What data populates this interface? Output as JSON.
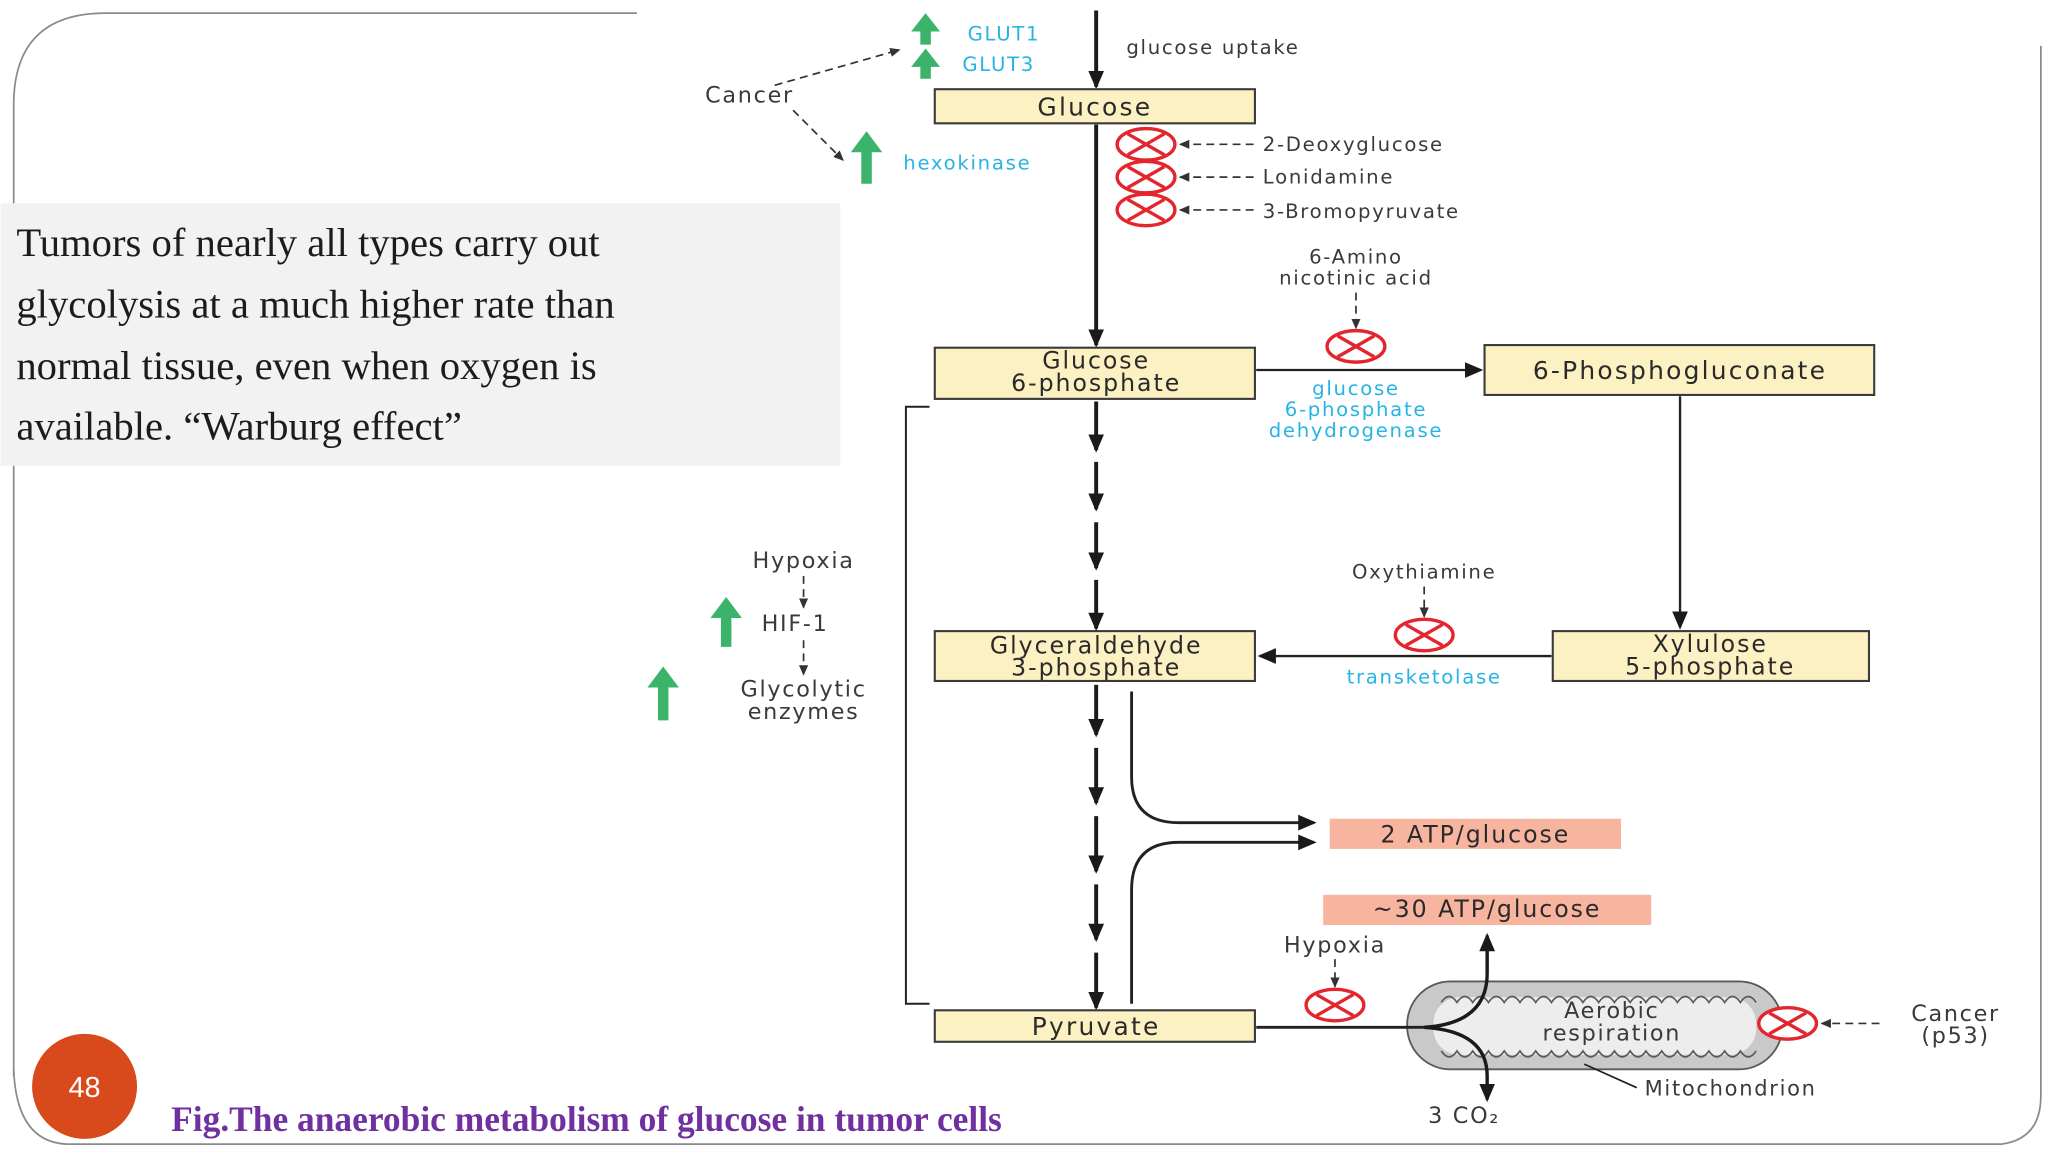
{
  "slide": {
    "text_box": {
      "lines": [
        "Tumors of nearly all types carry out",
        "glycolysis at a much higher rate than",
        "normal tissue, even when oxygen is",
        "available. “Warburg effect”"
      ]
    },
    "page_number": "48",
    "caption": "Fig.The anaerobic metabolism of glucose in tumor cells"
  },
  "diagram": {
    "uptake_label": "glucose uptake",
    "transporters": [
      "GLUT1",
      "GLUT3"
    ],
    "cancer_left": "Cancer",
    "hexokinase": "hexokinase",
    "metabolites": {
      "glucose": "Glucose",
      "glucose_6_phosphate": [
        "Glucose",
        "6-phosphate"
      ],
      "phosphogluconate": "6-Phosphogluconate",
      "xylulose_5_phosphate": [
        "Xylulose",
        "5-phosphate"
      ],
      "glyceraldehyde_3_phosphate": [
        "Glyceraldehyde",
        "3-phosphate"
      ],
      "pyruvate": "Pyruvate"
    },
    "hexokinase_inhibitors": [
      "2-Deoxyglucose",
      "Lonidamine",
      "3-Bromopyruvate"
    ],
    "g6pd_inhibitor": [
      "6-Amino",
      "nicotinic acid"
    ],
    "g6pd_enzyme": [
      "glucose",
      "6-phosphate",
      "dehydrogenase"
    ],
    "transketolase_inhibitor": "Oxythiamine",
    "transketolase": "transketolase",
    "hypoxia_pathway": {
      "stimulus": "Hypoxia",
      "factor": "HIF-1",
      "target": [
        "Glycolytic",
        "enzymes"
      ]
    },
    "glycolysis_yield": "2 ATP/glucose",
    "respiration_yield": "~30 ATP/glucose",
    "hypoxia_right": "Hypoxia",
    "mitochondrion": {
      "process": [
        "Aerobic",
        "respiration"
      ],
      "label": "Mitochondrion",
      "product": "3 CO₂"
    },
    "cancer_p53": [
      "Cancer",
      "(p53)"
    ]
  },
  "icons": {
    "upregulation": "green-up-arrow-icon",
    "inhibition": "red-circled-x-icon"
  },
  "colors": {
    "upregulation": "#3bb36b",
    "enzyme_text": "#27b4e4",
    "inhibition": "#e3262d",
    "metabolite_box": "#fcf1c2",
    "atp_box": "#f7b5a0",
    "page_number": "#d84a1c",
    "caption": "#7030a0",
    "text_box": "#f2f2f2"
  }
}
